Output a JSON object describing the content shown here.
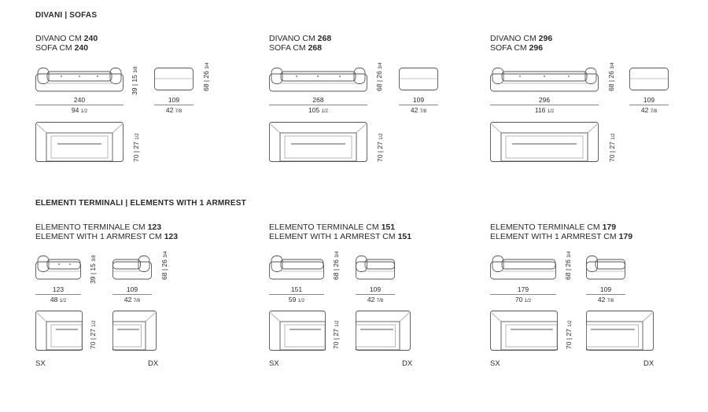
{
  "sofas": {
    "title": "DIVANI | SOFAS",
    "items": [
      {
        "it_prefix": "DIVANO CM ",
        "en_prefix": "SOFA CM ",
        "size": "240",
        "width": "240",
        "width_in": "94",
        "width_in_frac": "1/2",
        "depth": "70",
        "depth_in": "27",
        "depth_in_frac": "1/2",
        "seat_h": "39",
        "seat_h_in": "15",
        "seat_h_in_frac": "3/8",
        "pouf_w": "109",
        "pouf_w_in": "42",
        "pouf_w_in_frac": "7/8",
        "height": "68",
        "height_in": "26",
        "height_in_frac": "3/4"
      },
      {
        "it_prefix": "DIVANO CM ",
        "en_prefix": "SOFA CM ",
        "size": "268",
        "width": "268",
        "width_in": "105",
        "width_in_frac": "1/2",
        "depth": "70",
        "depth_in": "27",
        "depth_in_frac": "1/2",
        "pouf_w": "109",
        "pouf_w_in": "42",
        "pouf_w_in_frac": "7/8",
        "height": "68",
        "height_in": "26",
        "height_in_frac": "3/4"
      },
      {
        "it_prefix": "DIVANO CM ",
        "en_prefix": "SOFA CM ",
        "size": "296",
        "width": "296",
        "width_in": "116",
        "width_in_frac": "1/2",
        "depth": "70",
        "depth_in": "27",
        "depth_in_frac": "1/2",
        "pouf_w": "109",
        "pouf_w_in": "42",
        "pouf_w_in_frac": "7/8",
        "height": "68",
        "height_in": "26",
        "height_in_frac": "3/4"
      }
    ]
  },
  "terminals": {
    "title": "ELEMENTI TERMINALI | ELEMENTS WITH 1 ARMREST",
    "items": [
      {
        "it_prefix": "ELEMENTO TERMINALE CM ",
        "en_prefix": "ELEMENT WITH 1 ARMREST CM ",
        "size": "123",
        "width": "123",
        "width_in": "48",
        "width_in_frac": "1/2",
        "depth": "70",
        "depth_in": "27",
        "depth_in_frac": "1/2",
        "seat_h": "39",
        "seat_h_in": "15",
        "seat_h_in_frac": "3/8",
        "pouf_w": "109",
        "pouf_w_in": "42",
        "pouf_w_in_frac": "7/8",
        "height": "68",
        "height_in": "26",
        "height_in_frac": "3/4",
        "sx": "SX",
        "dx": "DX"
      },
      {
        "it_prefix": "ELEMENTO TERMINALE CM ",
        "en_prefix": "ELEMENT WITH 1 ARMREST CM ",
        "size": "151",
        "width": "151",
        "width_in": "59",
        "width_in_frac": "1/2",
        "depth": "70",
        "depth_in": "27",
        "depth_in_frac": "1/2",
        "pouf_w": "109",
        "pouf_w_in": "42",
        "pouf_w_in_frac": "7/8",
        "height": "68",
        "height_in": "26",
        "height_in_frac": "3/4",
        "sx": "SX",
        "dx": "DX"
      },
      {
        "it_prefix": "ELEMENTO TERMINALE CM ",
        "en_prefix": "ELEMENT WITH 1 ARMREST CM ",
        "size": "179",
        "width": "179",
        "width_in": "70",
        "width_in_frac": "1/2",
        "depth": "70",
        "depth_in": "27",
        "depth_in_frac": "1/2",
        "pouf_w": "109",
        "pouf_w_in": "42",
        "pouf_w_in_frac": "7/8",
        "height": "68",
        "height_in": "26",
        "height_in_frac": "3/4",
        "sx": "SX",
        "dx": "DX"
      }
    ]
  }
}
